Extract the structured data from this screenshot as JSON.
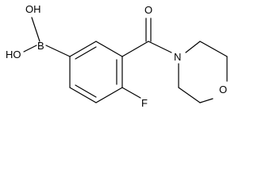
{
  "molecule": {
    "atoms": {
      "oh_top": "OH",
      "oh_left": "HO",
      "boron": "B",
      "carbonyl_oxygen": "O",
      "amide_nitrogen": "N",
      "ring_oxygen": "O",
      "fluorine": "F"
    }
  }
}
